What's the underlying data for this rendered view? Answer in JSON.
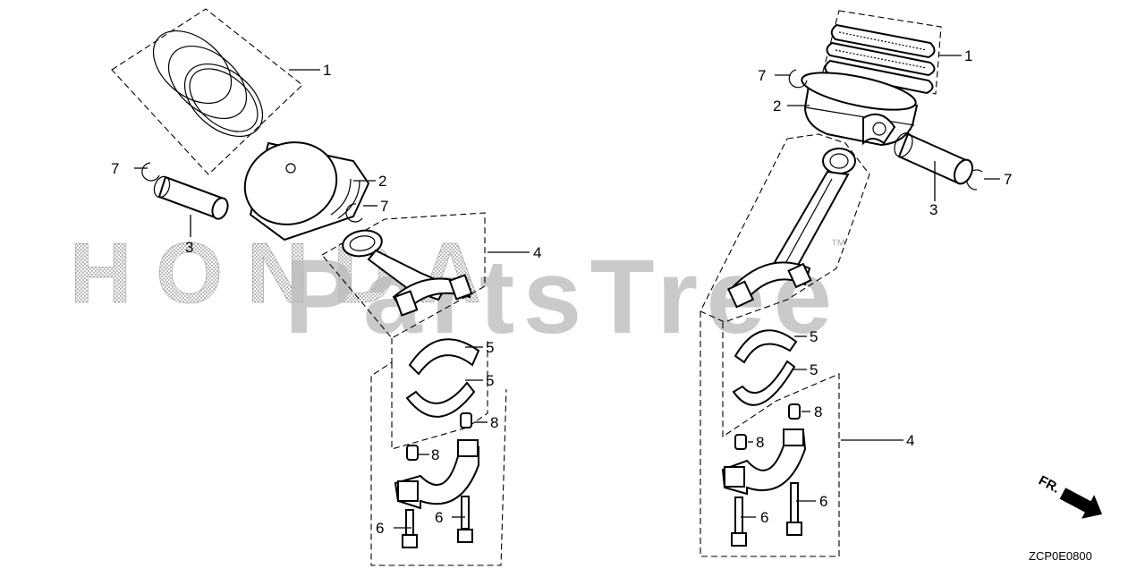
{
  "watermark": {
    "left_text": "HONDA",
    "right_text": "PartsTree",
    "trademark": "™"
  },
  "callouts": {
    "left_1": "1",
    "left_2": "2",
    "left_3": "3",
    "left_4": "4",
    "left_5a": "5",
    "left_5b": "5",
    "left_6a": "6",
    "left_6b": "6",
    "left_7a": "7",
    "left_7b": "7",
    "left_8a": "8",
    "left_8b": "8",
    "right_1": "1",
    "right_2": "2",
    "right_3": "3",
    "right_4": "4",
    "right_5a": "5",
    "right_5b": "5",
    "right_6a": "6",
    "right_6b": "6",
    "right_7a": "7",
    "right_7b": "7",
    "right_8a": "8",
    "right_8b": "8"
  },
  "direction_label": "FR.",
  "diagram_code": "ZCP0E0800",
  "colors": {
    "line": "#000000",
    "watermark": "#b8b8b8",
    "background": "#ffffff"
  }
}
